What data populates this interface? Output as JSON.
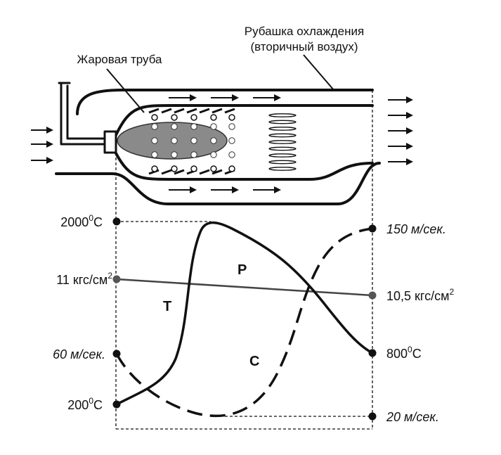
{
  "labels": {
    "jacket_line1": "Рубашка охлаждения",
    "jacket_line2": "(вторичный воздух)",
    "flame_tube": "Жаровая труба"
  },
  "left_axis": {
    "temp_high": {
      "base": "2000",
      "sup": "0",
      "tail": "C"
    },
    "pressure_in": {
      "base": "11 кгс/см",
      "sup": "2"
    },
    "speed_in": "60 м/сек.",
    "temp_low": {
      "base": "200",
      "sup": "0",
      "tail": "C"
    }
  },
  "right_axis": {
    "speed_high": "150 м/сек.",
    "pressure_out": {
      "base": "10,5 кгс/см",
      "sup": "2"
    },
    "temp_out": {
      "base": "800",
      "sup": "0",
      "tail": "C"
    },
    "speed_low": "20 м/сек."
  },
  "curves": {
    "temperature": "T",
    "pressure": "P",
    "speed": "C"
  },
  "colors": {
    "ink": "#111111",
    "pressure_line": "#444444",
    "flame": "#8a8a8a"
  }
}
